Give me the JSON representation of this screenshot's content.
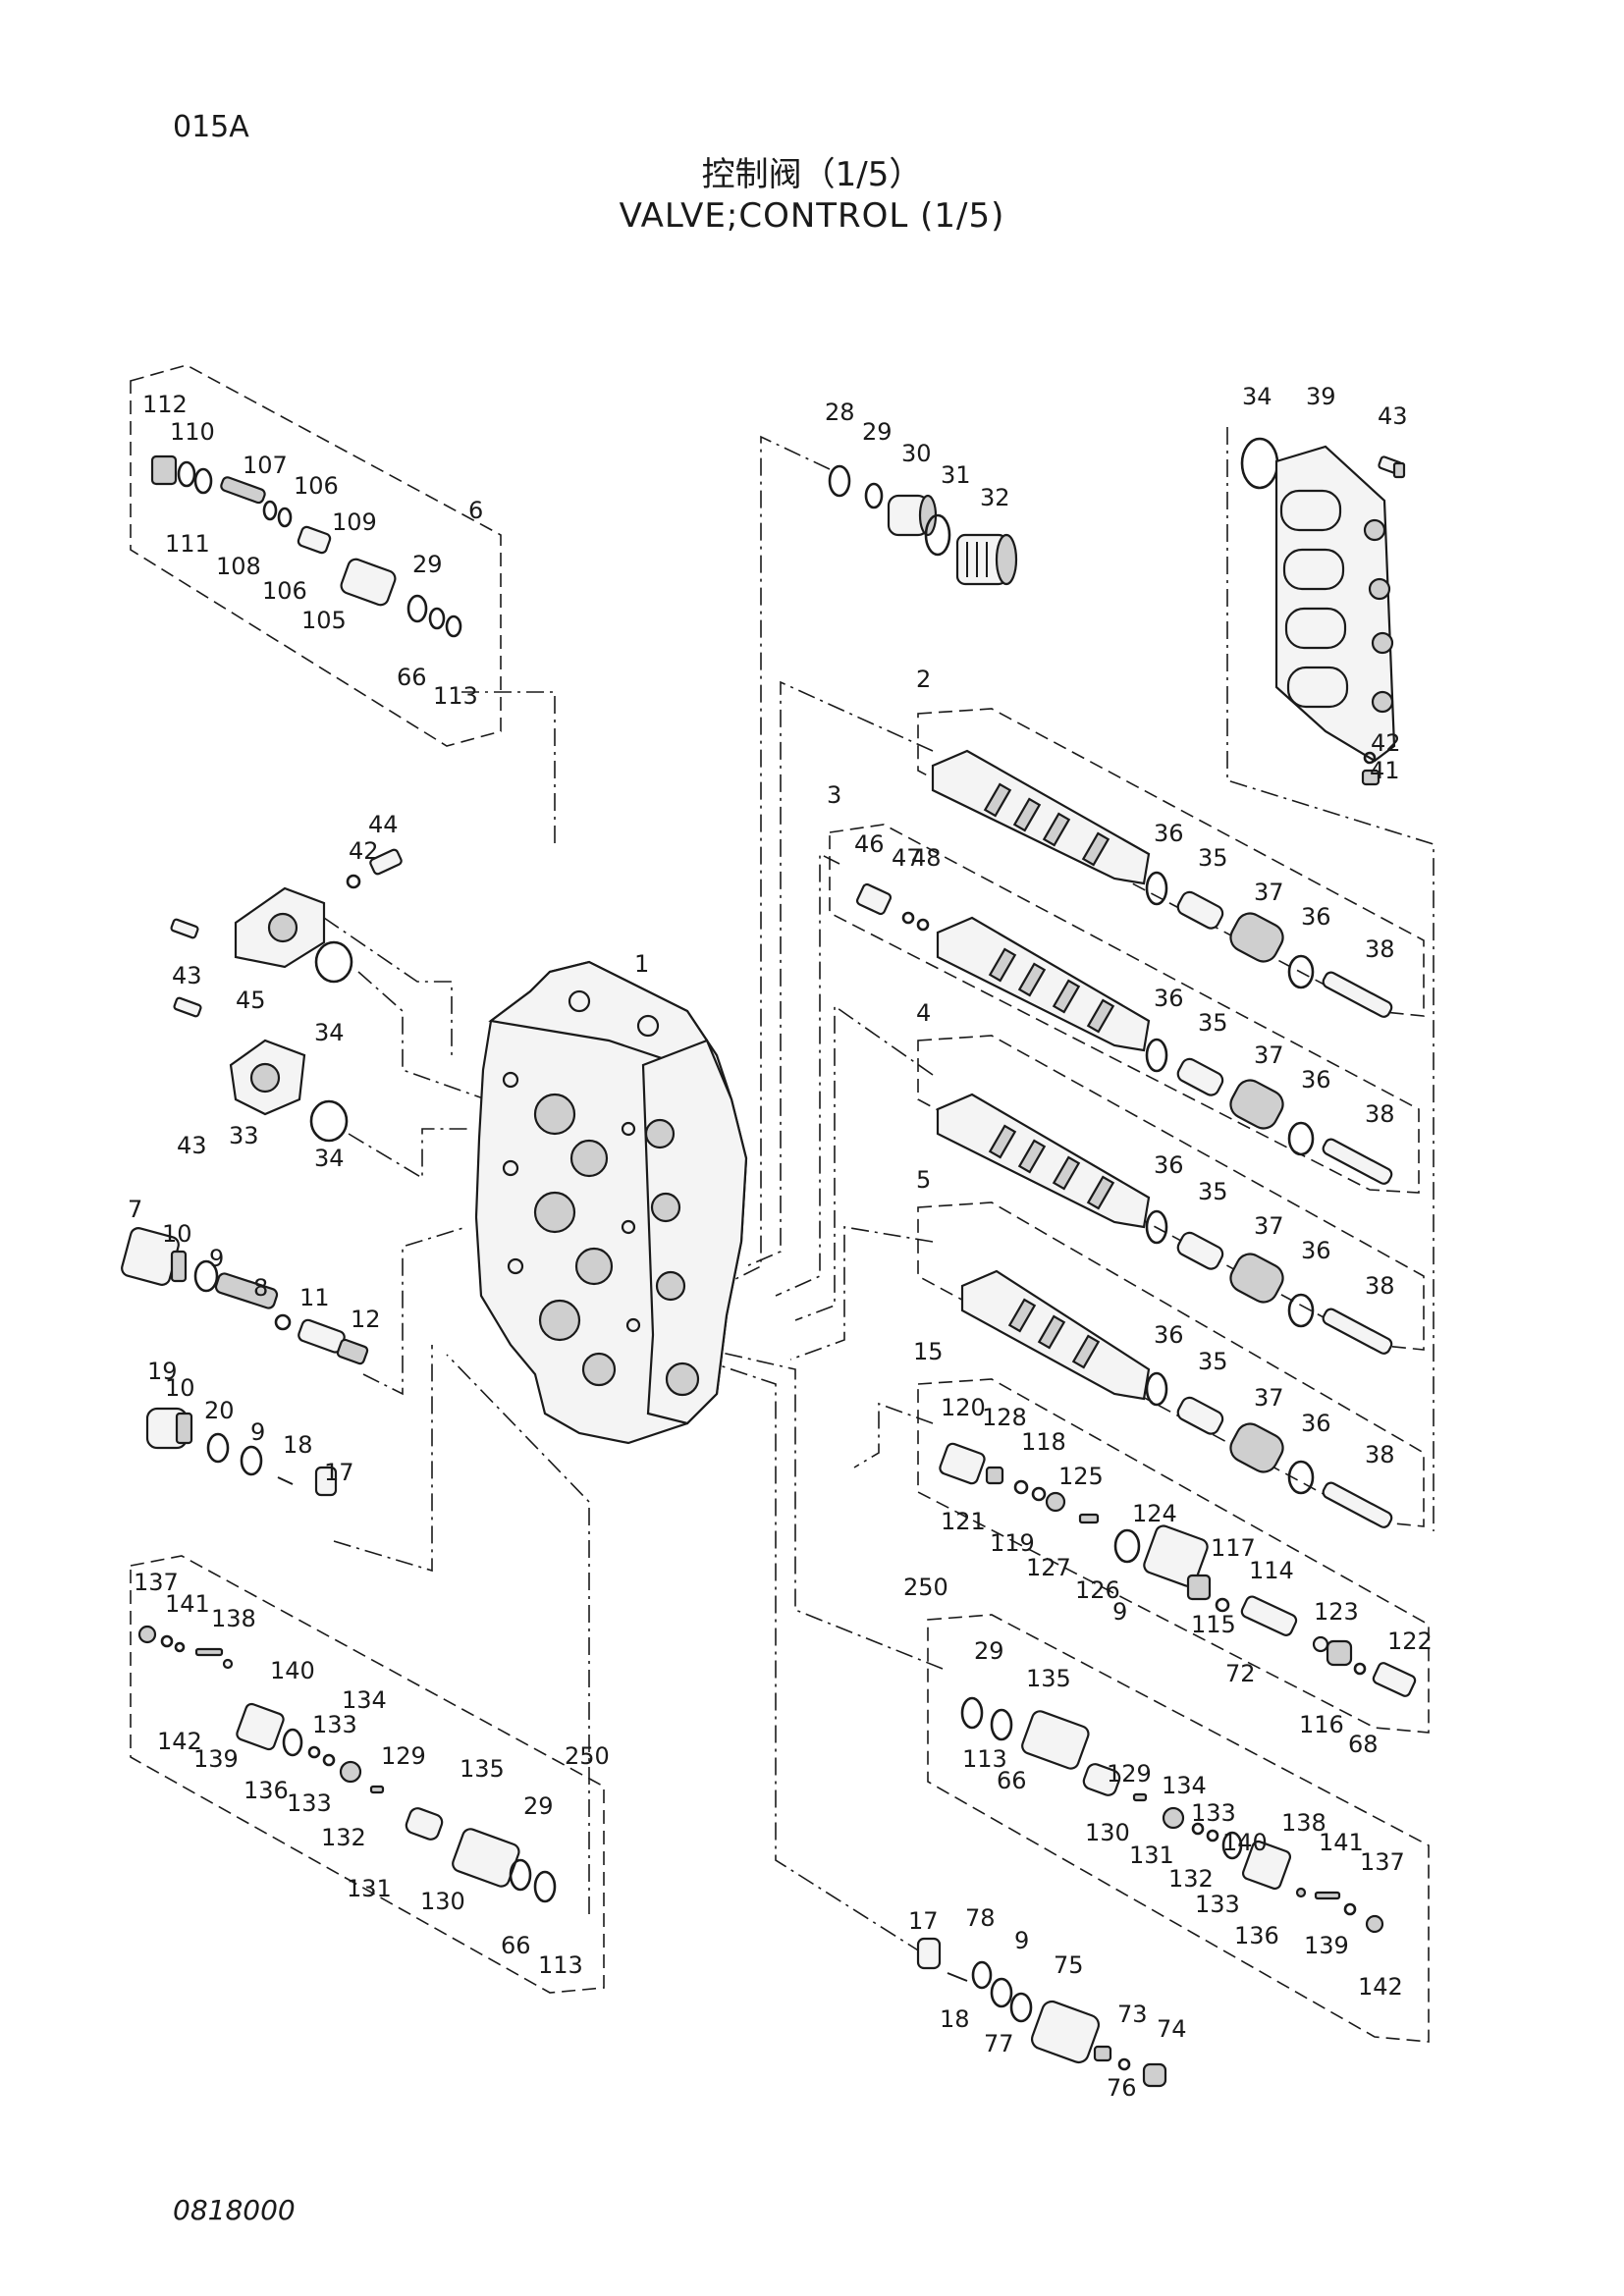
{
  "header": {
    "page_code": "015A",
    "title_cn": "控制阀（1/5）",
    "title_en": "VALVE;CONTROL (1/5)"
  },
  "footer": {
    "drawing_number": "0818000"
  },
  "callouts": [
    "112",
    "110",
    "107",
    "106",
    "109",
    "6",
    "111",
    "108",
    "106",
    "105",
    "29",
    "66",
    "113",
    "28",
    "29",
    "30",
    "31",
    "32",
    "34",
    "39",
    "43",
    "42",
    "41",
    "2",
    "36",
    "35",
    "37",
    "36",
    "38",
    "3",
    "46",
    "47",
    "48",
    "36",
    "35",
    "37",
    "36",
    "38",
    "4",
    "36",
    "35",
    "37",
    "36",
    "38",
    "5",
    "36",
    "35",
    "37",
    "36",
    "38",
    "1",
    "42",
    "44",
    "43",
    "45",
    "34",
    "43",
    "33",
    "34",
    "7",
    "10",
    "9",
    "8",
    "11",
    "12",
    "19",
    "10",
    "20",
    "9",
    "18",
    "17",
    "15",
    "120",
    "128",
    "118",
    "125",
    "124",
    "117",
    "114",
    "121",
    "119",
    "127",
    "126",
    "9",
    "115",
    "72",
    "123",
    "122",
    "116",
    "68",
    "250",
    "29",
    "135",
    "113",
    "66",
    "129",
    "134",
    "133",
    "140",
    "130",
    "131",
    "132",
    "133",
    "138",
    "141",
    "137",
    "136",
    "139",
    "142",
    "137",
    "141",
    "138",
    "140",
    "134",
    "133",
    "142",
    "139",
    "136",
    "133",
    "132",
    "129",
    "131",
    "135",
    "250",
    "29",
    "130",
    "66",
    "113",
    "17",
    "78",
    "9",
    "75",
    "73",
    "74",
    "18",
    "77",
    "76"
  ]
}
